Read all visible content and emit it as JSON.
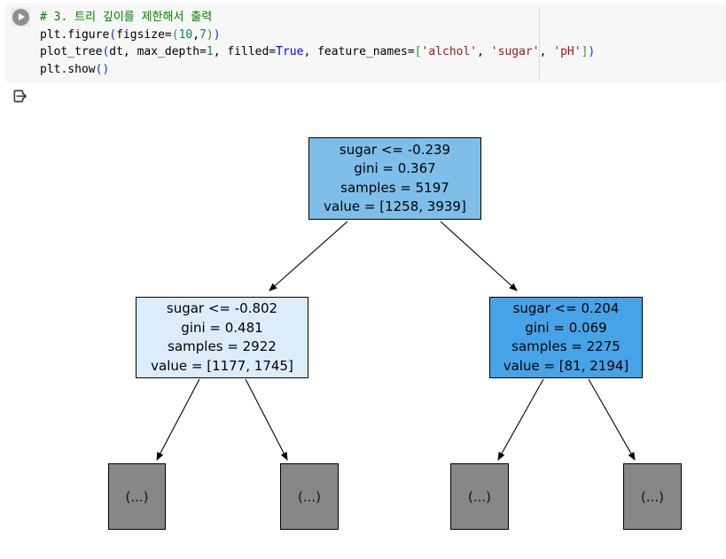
{
  "cell": {
    "run_button": "run-cell",
    "token_colors": {
      "comment": "#008000",
      "string": "#a31515",
      "number": "#098658",
      "keyword": "#0000ff",
      "bracket1": "#0431fa",
      "bracket2": "#319331",
      "default": "#000000"
    },
    "code_lines": [
      {
        "plain": "# 3. 트리 깊이를 제한해서 출력",
        "tokens": [
          {
            "t": "# 3. 트리 깊이를 제한해서 출력",
            "c": "comment"
          }
        ]
      },
      {
        "plain": "plt.figure(figsize=(10,7))",
        "tokens": [
          {
            "t": "plt.figure"
          },
          {
            "t": "(",
            "c": "bracket1"
          },
          {
            "t": "figsize="
          },
          {
            "t": "(",
            "c": "bracket2"
          },
          {
            "t": "10",
            "c": "number"
          },
          {
            "t": ","
          },
          {
            "t": "7",
            "c": "number"
          },
          {
            "t": ")",
            "c": "bracket2"
          },
          {
            "t": ")",
            "c": "bracket1"
          }
        ]
      },
      {
        "plain": "plot_tree(dt, max_depth=1, filled=True, feature_names=['alchol', 'sugar', 'pH'])",
        "tokens": [
          {
            "t": "plot_tree"
          },
          {
            "t": "(",
            "c": "bracket1"
          },
          {
            "t": "dt, max_depth="
          },
          {
            "t": "1",
            "c": "number"
          },
          {
            "t": ", filled="
          },
          {
            "t": "True",
            "c": "keyword"
          },
          {
            "t": ", feature_names="
          },
          {
            "t": "[",
            "c": "bracket2"
          },
          {
            "t": "'alchol'",
            "c": "string"
          },
          {
            "t": ", "
          },
          {
            "t": "'sugar'",
            "c": "string"
          },
          {
            "t": ", "
          },
          {
            "t": "'pH'",
            "c": "string"
          },
          {
            "t": "]",
            "c": "bracket2"
          },
          {
            "t": ")",
            "c": "bracket1"
          }
        ]
      },
      {
        "plain": "plt.show()",
        "tokens": [
          {
            "t": "plt.show"
          },
          {
            "t": "(",
            "c": "bracket1"
          },
          {
            "t": ")",
            "c": "bracket1"
          }
        ]
      }
    ]
  },
  "output_indicator": "cell-output",
  "tree": {
    "root": {
      "lines": [
        "sugar <= -0.239",
        "gini = 0.367",
        "samples = 5197",
        "value = [1258, 3939]"
      ]
    },
    "left": {
      "lines": [
        "sugar <= -0.802",
        "gini = 0.481",
        "samples = 2922",
        "value = [1177, 1745]"
      ]
    },
    "right": {
      "lines": [
        "sugar <= 0.204",
        "gini = 0.069",
        "samples = 2275",
        "value = [81, 2194]"
      ]
    },
    "leaf_label": "(...)",
    "colors": {
      "root_fill": "#7ebfe9",
      "left_fill": "#dbecfb",
      "right_fill": "#47a3e7",
      "leaf_fill": "#878787",
      "arrow": "#000000"
    }
  }
}
